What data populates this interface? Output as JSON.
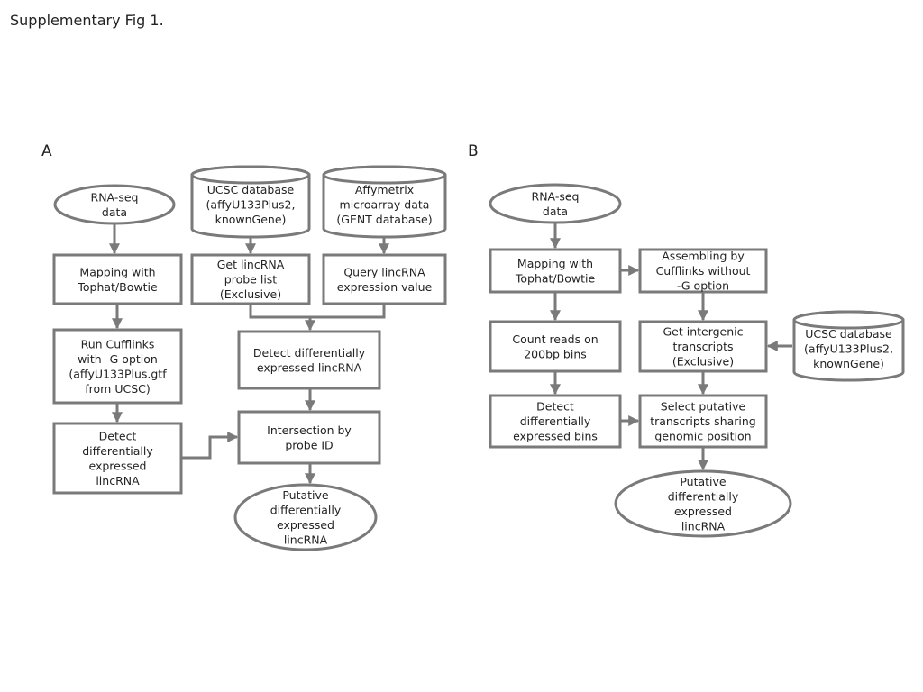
{
  "title": "Supplementary Fig 1.",
  "panels": {
    "A": {
      "label": "A",
      "nodes": {
        "rnaseq": [
          "RNA-seq",
          "data"
        ],
        "ucsc": [
          "UCSC database",
          "(affyU133Plus2,",
          "knownGene)"
        ],
        "affy": [
          "Affymetrix",
          "microarray data",
          "(GENT database)"
        ],
        "mapping": [
          "Mapping with",
          "Tophat/Bowtie"
        ],
        "probelist": [
          "Get lincRNA",
          "probe list",
          "(Exclusive)"
        ],
        "query": [
          "Query lincRNA",
          "expression value"
        ],
        "cufflinks": [
          "Run Cufflinks",
          "with -G option",
          "(affyU133Plus.gtf",
          "from UCSC)"
        ],
        "detect_array": [
          "Detect differentially",
          "expressed lincRNA"
        ],
        "detect_seq": [
          "Detect",
          "differentially",
          "expressed",
          "lincRNA"
        ],
        "intersect": [
          "Intersection by",
          "probe ID"
        ],
        "putative": [
          "Putative",
          "differentially",
          "expressed",
          "lincRNA"
        ]
      }
    },
    "B": {
      "label": "B",
      "nodes": {
        "rnaseq": [
          "RNA-seq",
          "data"
        ],
        "mapping": [
          "Mapping with",
          "Tophat/Bowtie"
        ],
        "assemble": [
          "Assembling by",
          "Cufflinks without",
          "-G option"
        ],
        "count": [
          "Count reads on",
          "200bp bins"
        ],
        "intergenic": [
          "Get intergenic",
          "transcripts",
          "(Exclusive)"
        ],
        "ucsc": [
          "UCSC database",
          "(affyU133Plus2,",
          "knownGene)"
        ],
        "detect": [
          "Detect",
          "differentially",
          "expressed bins"
        ],
        "select": [
          "Select putative",
          "transcripts sharing",
          "genomic position"
        ],
        "putative": [
          "Putative",
          "differentially",
          "expressed",
          "lincRNA"
        ]
      }
    }
  }
}
